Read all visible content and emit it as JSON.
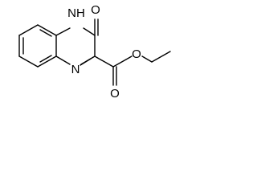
{
  "molecule": {
    "atoms": {
      "nh": "NH",
      "n": "N",
      "o_keto": "O",
      "o_carbonyl": "O",
      "o_ester": "O"
    }
  }
}
